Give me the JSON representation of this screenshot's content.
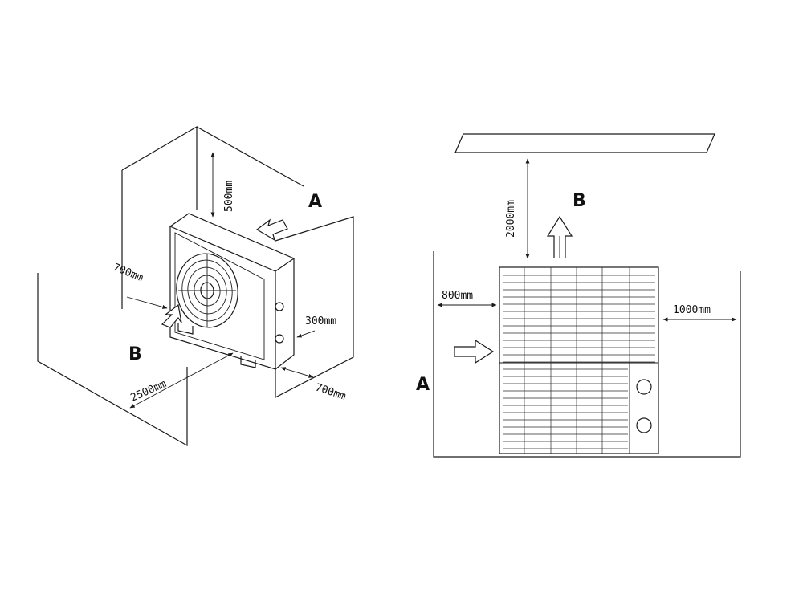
{
  "left_view": {
    "zone_a_label": "A",
    "zone_b_label": "B",
    "dim_top": "500mm",
    "dim_left": "700mm",
    "dim_side": "300mm",
    "dim_bottom_right": "700mm",
    "dim_front": "2500mm"
  },
  "right_view": {
    "zone_a_label": "A",
    "zone_b_label": "B",
    "dim_top": "2000mm",
    "dim_left": "800mm",
    "dim_right": "1000mm"
  },
  "colors": {
    "line": "#1a1a1a",
    "background": "#ffffff"
  }
}
